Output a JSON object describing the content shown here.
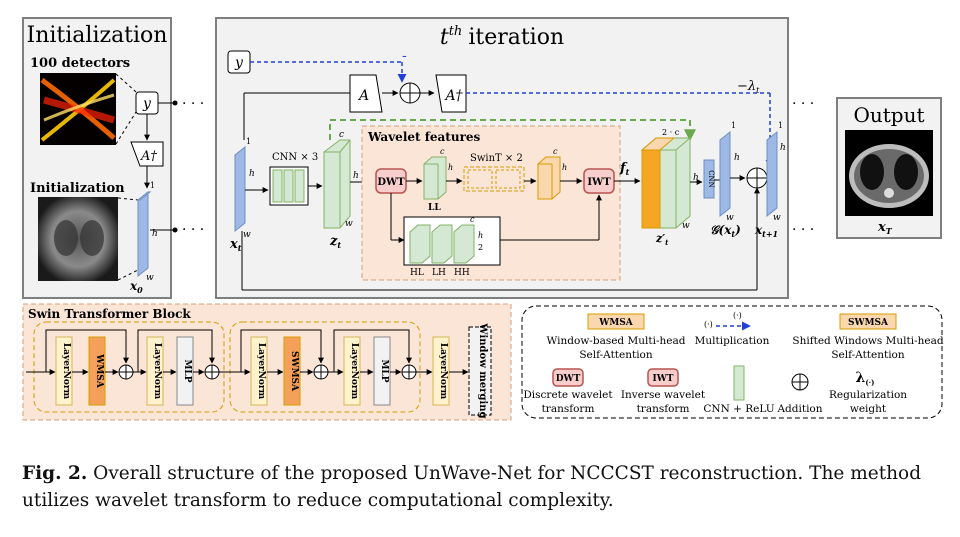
{
  "init_panel": {
    "title": "Initialization",
    "detectors_label": "100 detectors",
    "init_image_label": "Initialization",
    "y": "y",
    "adj": "A†",
    "x0": "x",
    "x0_sub": "0",
    "dim_1": "1",
    "dim_h": "h",
    "dim_w": "w"
  },
  "iter_panel": {
    "title_t": "t",
    "title_sup": "th",
    "title_rest": "iteration",
    "y": "y",
    "A": "A",
    "Adag": "A†",
    "neg": "-",
    "lambda": "−λ",
    "lambda_sub": "t",
    "cnn3": "CNN × 3",
    "xt": "x",
    "xt_sub": "t",
    "zt": "z",
    "zt_sub": "t",
    "zt_prime": "z′",
    "ft": "f",
    "ft_sub": "t",
    "gx": "𝒢(x",
    "gx_tail": ")",
    "xt1": "x",
    "xt1_sub": "t+1",
    "c": "c",
    "h": "h",
    "w": "w",
    "one": "1",
    "half": "2",
    "two_c": "2 · c",
    "cnn_v": "CNN"
  },
  "wavelet": {
    "title": "Wavelet features",
    "dwt": "DWT",
    "iwt": "IWT",
    "swint": "SwinT × 2",
    "ll": "LL",
    "hl": "HL",
    "lh": "LH",
    "hh": "HH"
  },
  "output_panel": {
    "title": "Output",
    "xT": "x",
    "xT_sub": "T"
  },
  "swin": {
    "title": "Swin Transformer Block",
    "layernorm": "LayerNorm",
    "wmsa": "WMSA",
    "swmsa": "SWMSA",
    "mlp": "MLP",
    "window_merging": "Window merging"
  },
  "legend": {
    "wmsa": "WMSA",
    "wmsa_desc1": "Window-based Multi-head",
    "wmsa_desc2": "Self-Attention",
    "mult_desc": "Multiplication",
    "mult_sym": "(·)",
    "swmsa": "SWMSA",
    "swmsa_desc1": "Shifted Windows Multi-head",
    "swmsa_desc2": "Self-Attention",
    "dwt": "DWT",
    "dwt_desc1": "Discrete wavelet",
    "dwt_desc2": "transform",
    "iwt": "IWT",
    "iwt_desc1": "Inverse wavelet",
    "iwt_desc2": "transform",
    "cnn_desc": "CNN + ReLU",
    "add_desc": "Addition",
    "lambda_sym": "λ",
    "lambda_sub": "(·)",
    "reg_desc1": "Regularization",
    "reg_desc2": "weight"
  },
  "dots": "· · ·",
  "caption": {
    "label": "Fig. 2.",
    "text": " Overall structure of the proposed UnWave-Net for NCCCST reconstruction. The method utilizes wavelet transform to reduce computational complexity."
  },
  "colors": {
    "green": "#d5e8d4",
    "green_edge": "#82b366",
    "blue": "#dae8fc",
    "blue_edge": "#6c8ebf",
    "orange": "#fad7ac",
    "orange_edge": "#d79b00",
    "red_fill": "#f8cecc",
    "red_edge": "#b85450",
    "wave_bg": "#fbe5d6",
    "wave_edge": "#d6a07a",
    "arrow_blue": "#1f3fd6",
    "arrow_green": "#6aa84f"
  }
}
